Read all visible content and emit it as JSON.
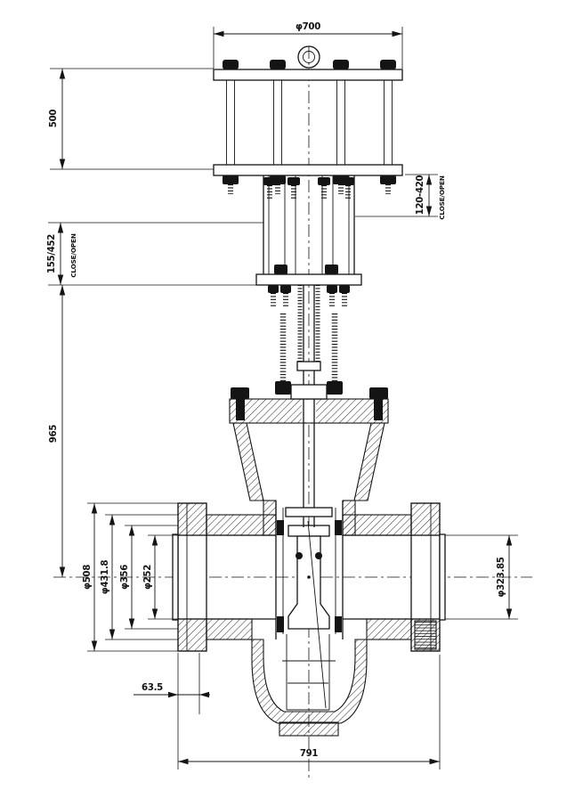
{
  "colors": {
    "line": "#141414",
    "background": "#ffffff"
  },
  "dimensions": {
    "top_width": "φ700",
    "actuator_height": "500",
    "stroke_right": "120-420",
    "stroke_right_note": "CLOSE/OPEN",
    "stroke_left": "155/452",
    "stroke_left_note": "CLOSE/OPEN",
    "center_height": "965",
    "flange_od": "φ508",
    "bolt_circle_dia": "φ431.8",
    "raised_face_dia": "φ356",
    "bore_dia": "φ252",
    "pipe_od": "φ323.85",
    "bottom_offset": "63.5",
    "face_to_face": "791"
  }
}
